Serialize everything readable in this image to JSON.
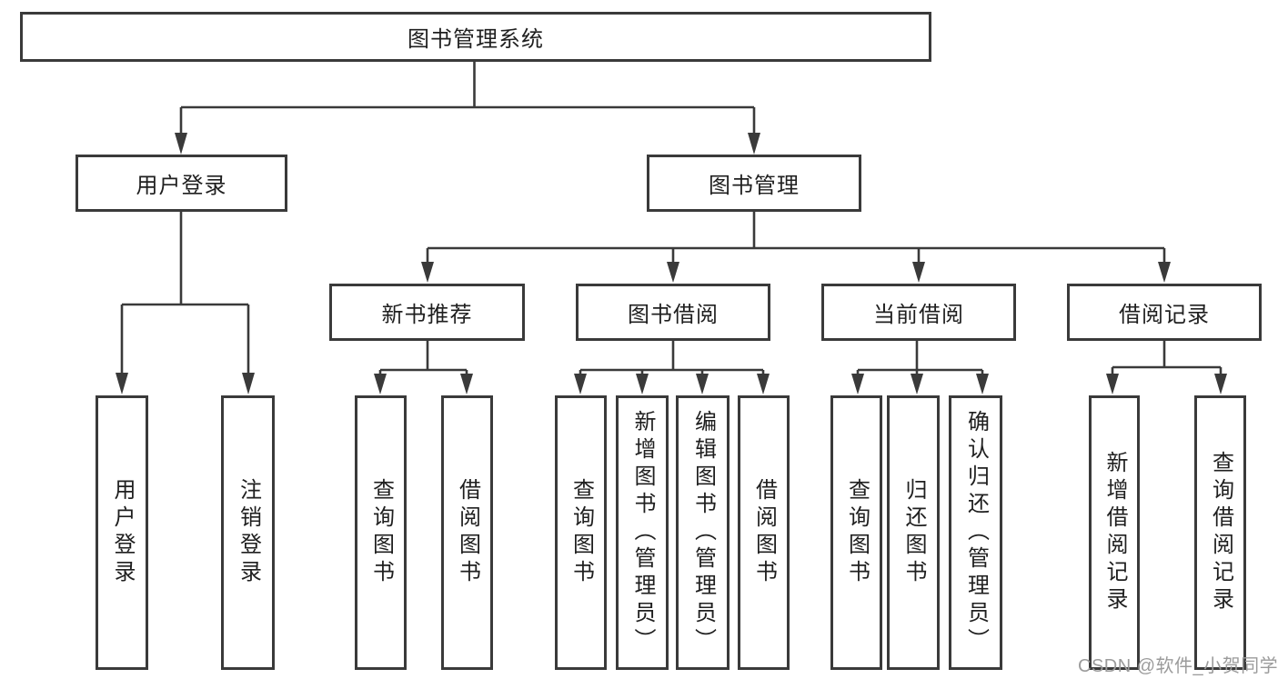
{
  "diagram": {
    "title": "图书管理系统",
    "branches": [
      {
        "label": "用户登录",
        "children": [
          {
            "label": "用户登录"
          },
          {
            "label": "注销登录"
          }
        ]
      },
      {
        "label": "图书管理",
        "children": [
          {
            "label": "新书推荐",
            "children": [
              {
                "label": "查询图书"
              },
              {
                "label": "借阅图书"
              }
            ]
          },
          {
            "label": "图书借阅",
            "children": [
              {
                "label": "查询图书"
              },
              {
                "label": "新增图书（管理员）"
              },
              {
                "label": "编辑图书（管理员）"
              },
              {
                "label": "借阅图书"
              }
            ]
          },
          {
            "label": "当前借阅",
            "children": [
              {
                "label": "查询图书"
              },
              {
                "label": "归还图书"
              },
              {
                "label": "确认归还（管理员）"
              }
            ]
          },
          {
            "label": "借阅记录",
            "children": [
              {
                "label": "新增借阅记录"
              },
              {
                "label": "查询借阅记录"
              }
            ]
          }
        ]
      }
    ]
  },
  "watermark": "CSDN @软件_小贺同学",
  "colors": {
    "line": "#3a3a3a",
    "box_border": "#3a3a3a",
    "text": "#1f1f1f",
    "watermark": "#9b9b9b",
    "background": "#ffffff"
  }
}
